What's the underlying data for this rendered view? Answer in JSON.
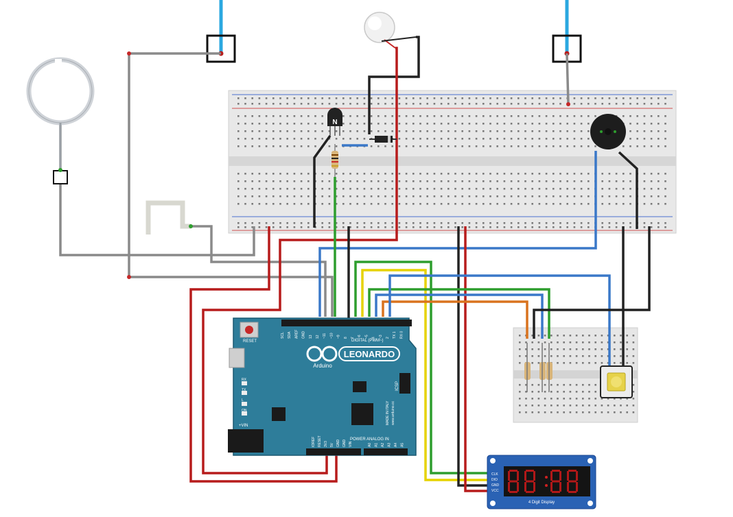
{
  "board": {
    "name": "LEONARDO",
    "brand": "Arduino",
    "reset_label": "RESET",
    "icsp_label": "ICSP",
    "vin_label": "+VIN",
    "power_label": "POWER",
    "analog_label": "ANALOG IN",
    "digital_label": "DIGITAL (PWM~)",
    "url_label": "www.arduino.cc",
    "made_in_label": "MADE IN ITALY",
    "led_labels": [
      "RX",
      "TX",
      "L",
      "ON"
    ],
    "digital_pins": [
      "SCL",
      "SDA",
      "AREF",
      "GND",
      "13",
      "12",
      "~11",
      "~10",
      "~9",
      "8",
      "7",
      "~6",
      "~5",
      "4",
      "~3",
      "2",
      "TX 1",
      "RX 0"
    ],
    "power_pins": [
      "IOREF",
      "RESET",
      "3V3",
      "5V",
      "GND",
      "GND",
      "VIN"
    ],
    "analog_pins": [
      "A0",
      "A1",
      "A2",
      "A3",
      "A4",
      "A5"
    ]
  },
  "transistor": {
    "label": "N"
  },
  "display": {
    "pin_labels": [
      "CLK",
      "DIO",
      "GND",
      "VCC"
    ],
    "caption": "4 Digit Display"
  },
  "colors": {
    "board": "#2e7d9a",
    "wire_red": "#b71c1c",
    "wire_black": "#212121",
    "wire_gray": "#8a8a8a",
    "wire_green": "#2e9e2e",
    "wire_blue": "#3a78c8",
    "wire_yellow": "#e6d200",
    "wire_orange": "#d9731f",
    "wire_cyan": "#2ba8e0"
  }
}
